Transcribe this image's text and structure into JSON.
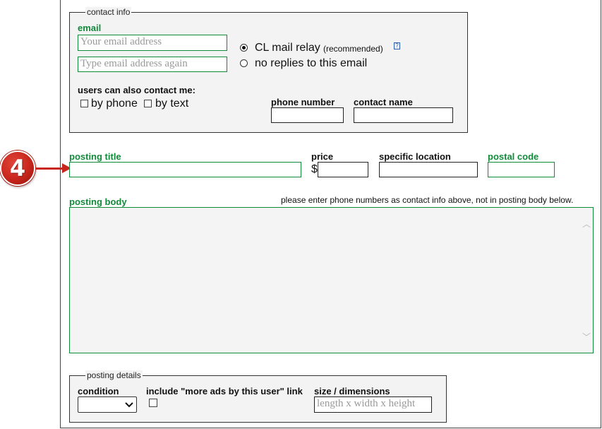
{
  "contact": {
    "legend": "contact info",
    "email_label": "email",
    "email_placeholder": "Your email address",
    "email_confirm_placeholder": "Type email address again",
    "relay_option": "CL mail relay",
    "relay_note": "(recommended)",
    "help_icon_text": "?",
    "no_replies_option": "no replies to this email",
    "also_contact_label": "users can also contact me:",
    "by_phone_label": "by phone",
    "by_text_label": "by text",
    "phone_label": "phone number",
    "contact_name_label": "contact name",
    "selected_option": "CL mail relay"
  },
  "step_badge": {
    "number": "4",
    "icon": "red-circle-number-badge",
    "arrow": "right-arrow"
  },
  "posting": {
    "title_label": "posting title",
    "price_label": "price",
    "currency_symbol": "$",
    "location_label": "specific location",
    "postal_label": "postal code",
    "body_label": "posting body",
    "body_note": "please enter phone numbers as contact info above, not in posting body below.",
    "scroll_up_glyph": "︿",
    "scroll_down_glyph": "﹀"
  },
  "details": {
    "legend": "posting details",
    "condition_label": "condition",
    "condition_value": "",
    "more_ads_label": "include \"more ads by this user\" link",
    "size_label": "size / dimensions",
    "size_placeholder": "length x width x height"
  },
  "colors": {
    "accent_green": "#118a3a",
    "badge_red": "#c8261c",
    "panel_bg": "#f3f3f4"
  }
}
